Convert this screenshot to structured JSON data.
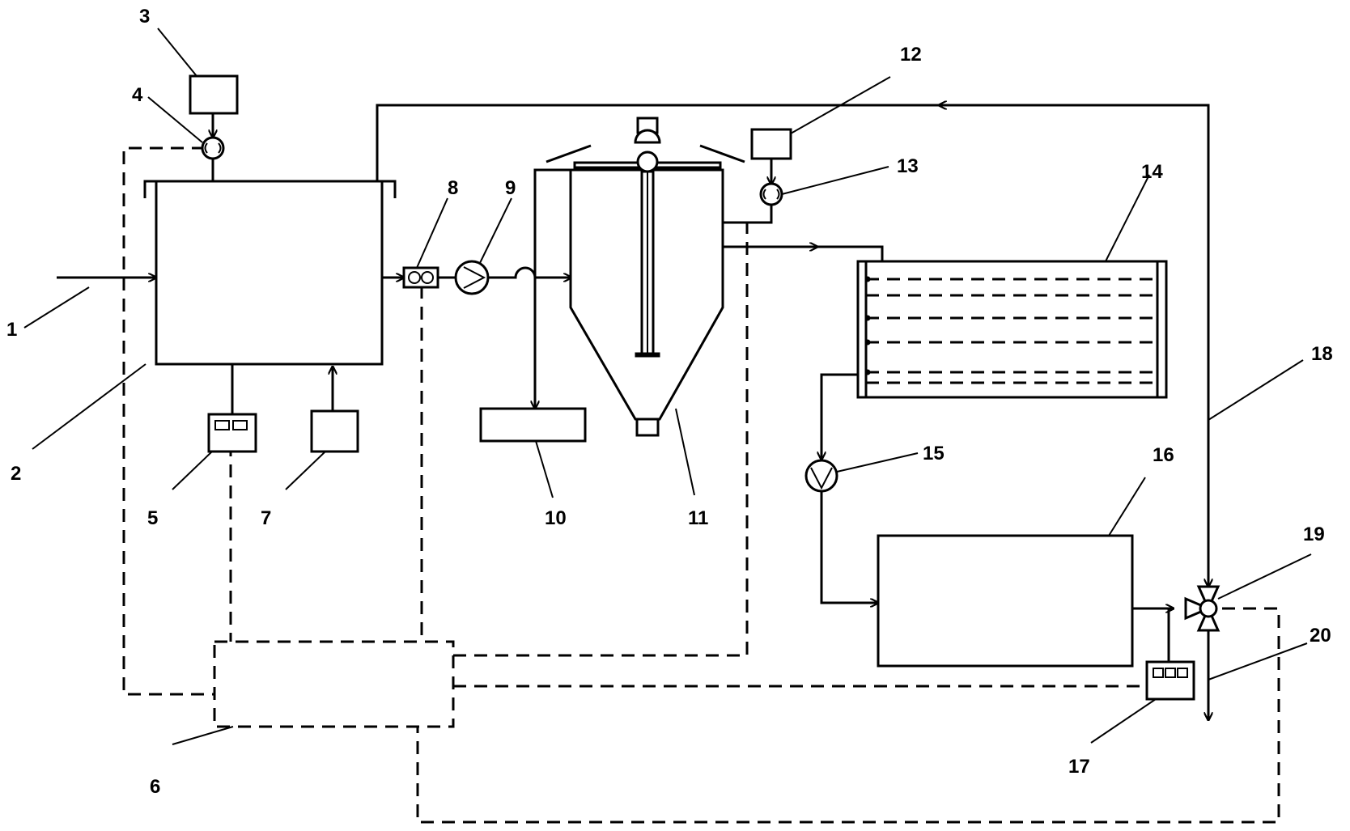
{
  "labels": {
    "l1": "1",
    "l2": "2",
    "l3": "3",
    "l4": "4",
    "l5": "5",
    "l6": "6",
    "l7": "7",
    "l8": "8",
    "l9": "9",
    "l10": "10",
    "l11": "11",
    "l12": "12",
    "l13": "13",
    "l14": "14",
    "l15": "15",
    "l16": "16",
    "l17": "17",
    "l18": "18",
    "l19": "19",
    "l20": "20"
  }
}
